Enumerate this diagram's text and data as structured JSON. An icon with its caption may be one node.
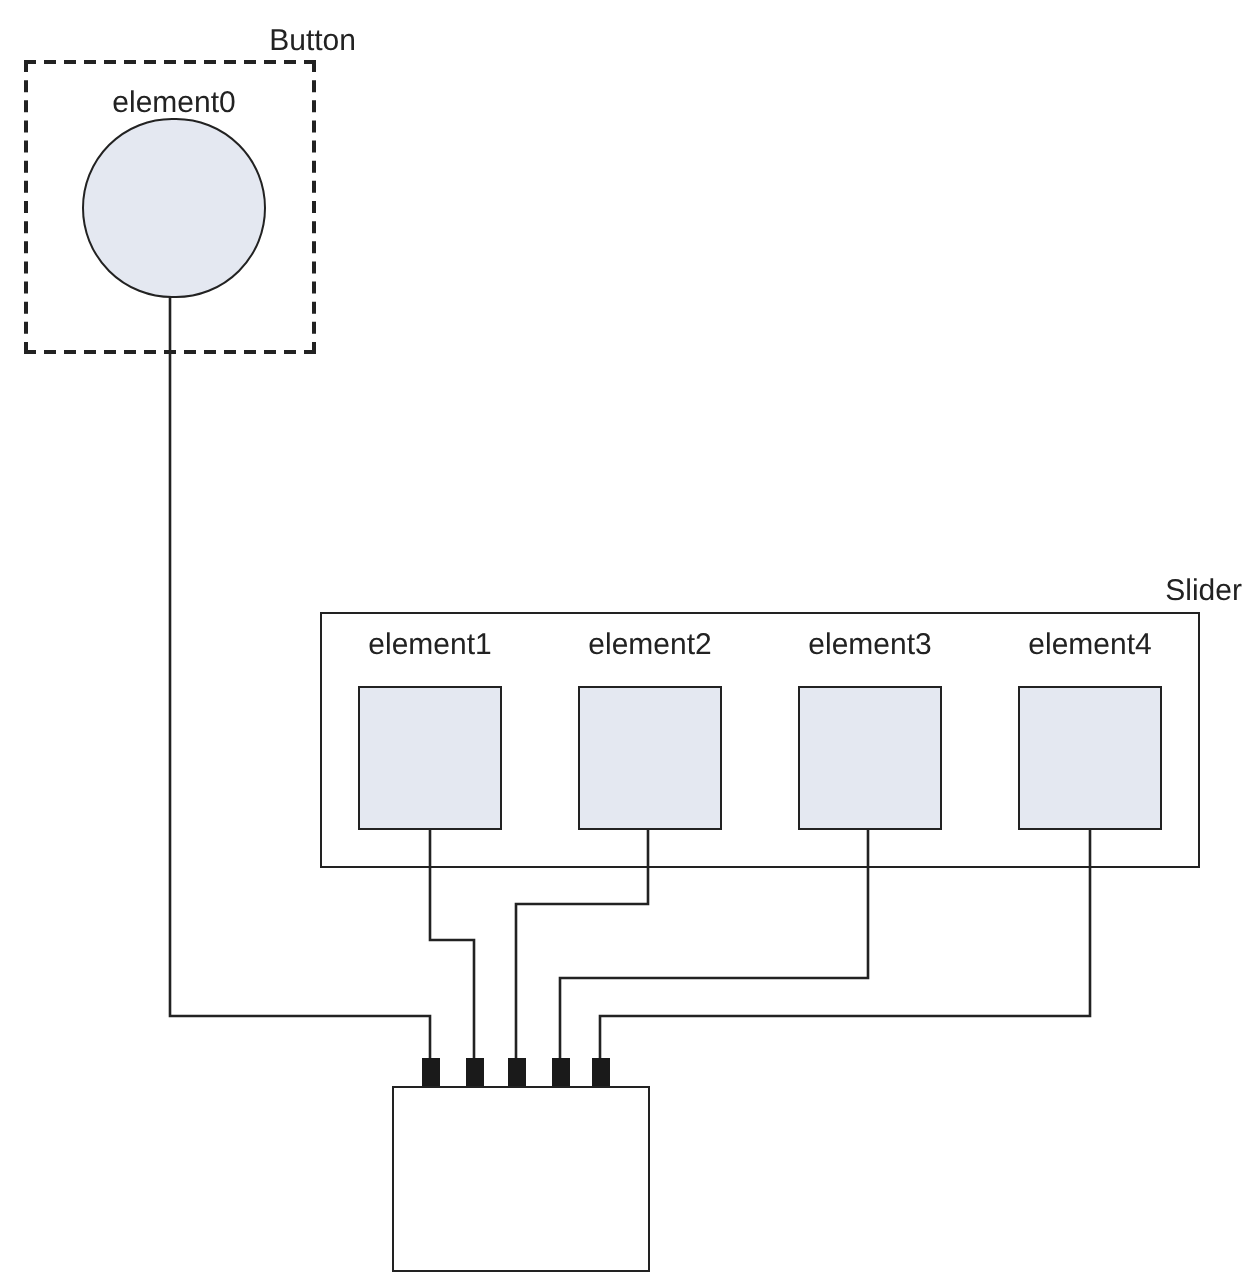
{
  "diagram": {
    "nodes": [
      {
        "text": [
          "Button"
        ]
      },
      {
        "text": [
          "element0"
        ],
        "in": 0
      },
      {
        "text": [
          "Slider"
        ]
      },
      {
        "text": [
          "element1"
        ],
        "in": 2
      },
      {
        "text": [
          "element2"
        ],
        "in": 2
      },
      {
        "text": [
          "element3"
        ],
        "in": 2
      },
      {
        "text": [
          "element4"
        ],
        "in": 2
      },
      {
        "text": [],
        "shape": "box"
      },
      {
        "text": [],
        "shape": "bar"
      },
      {
        "text": [],
        "shape": "bar"
      },
      {
        "text": [],
        "shape": "bar"
      },
      {
        "text": [],
        "shape": "bar"
      },
      {
        "text": [],
        "shape": "bar"
      }
    ],
    "edges": [
      {
        "from": 1,
        "to": 8,
        "arrow": "none"
      },
      {
        "from": 3,
        "to": 9,
        "arrow": "none"
      },
      {
        "from": 4,
        "to": 10,
        "arrow": "none"
      },
      {
        "from": 5,
        "to": 11,
        "arrow": "none"
      },
      {
        "from": 6,
        "to": 12,
        "arrow": "none"
      }
    ]
  }
}
